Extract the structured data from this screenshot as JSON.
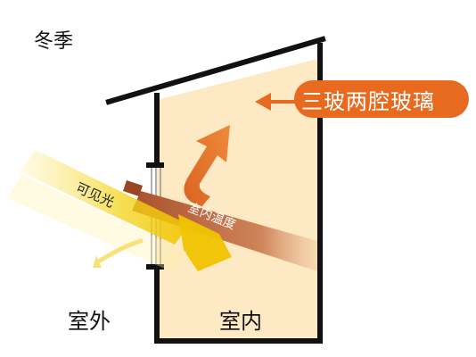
{
  "labels": {
    "season": "冬季",
    "glass_type": "三玻两腔玻璃",
    "visible_light": "可见光",
    "indoor_temperature": "室内温度",
    "outdoor": "室外",
    "indoor": "室内"
  },
  "colors": {
    "room_fill": "#fde9c4",
    "wall": "#111111",
    "callout_orange": "#e86a1f",
    "sunlight_yellow": "#f4d41e",
    "sunlight_fade": "#fff6c4",
    "heat_brown": "#a9512c",
    "heat_fade": "#f1c8a0",
    "glass_light": "#cfcfcf"
  },
  "icons": {
    "callout": "arrow-left-icon",
    "heat_rise": "curved-arrow-up-icon"
  }
}
